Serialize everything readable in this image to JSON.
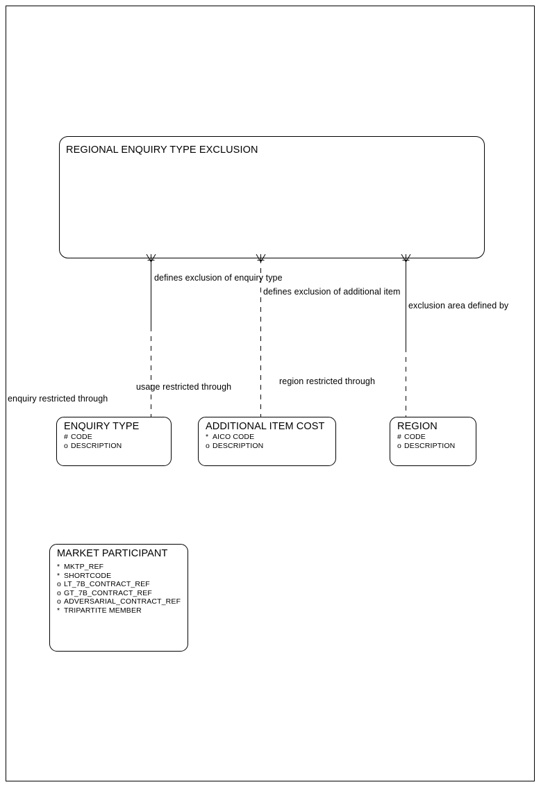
{
  "diagram": {
    "title": "REGIONAL ENQUIRY TYPE EXCLUSION",
    "type": "entity-relationship-diagram",
    "notation": "Oracle Barker / crow's foot",
    "colors": {
      "stroke": "#000000",
      "background": "#ffffff",
      "text": "#000000"
    }
  },
  "entities": {
    "regional_enquiry_type_exclusion": {
      "name": "REGIONAL ENQUIRY TYPE EXCLUSION",
      "attributes": []
    },
    "enquiry_type": {
      "name": "ENQUIRY TYPE",
      "attributes": [
        {
          "mark": "#",
          "label": "CODE"
        },
        {
          "mark": "o",
          "label": "DESCRIPTION"
        }
      ]
    },
    "additional_item_cost": {
      "name": "ADDITIONAL ITEM COST",
      "attributes": [
        {
          "mark": "*",
          "label": "AICO CODE"
        },
        {
          "mark": "o",
          "label": "DESCRIPTION"
        }
      ]
    },
    "region": {
      "name": "REGION",
      "attributes": [
        {
          "mark": "#",
          "label": "CODE"
        },
        {
          "mark": "o",
          "label": "DESCRIPTION"
        }
      ]
    },
    "market_participant": {
      "name": "MARKET PARTICIPANT",
      "attributes": [
        {
          "mark": "*",
          "label": "MKTP_REF"
        },
        {
          "mark": "*",
          "label": "SHORTCODE"
        },
        {
          "mark": "o",
          "label": "LT_7B_CONTRACT_REF"
        },
        {
          "mark": "o",
          "label": "GT_7B_CONTRACT_REF"
        },
        {
          "mark": "o",
          "label": "ADVERSARIAL_CONTRACT_REF"
        },
        {
          "mark": "*",
          "label": "TRIPARTITE MEMBER"
        }
      ]
    }
  },
  "relationships": [
    {
      "id": "enquiry-type-exclusion",
      "from_entity": "regional_enquiry_type_exclusion",
      "to_entity": "enquiry_type",
      "label_from": "defines exclusion of enquiry type",
      "label_to": "enquiry restricted through",
      "parent_end_marker": "crows-foot",
      "line_style": "solid-then-dashed"
    },
    {
      "id": "additional-item-exclusion",
      "from_entity": "regional_enquiry_type_exclusion",
      "to_entity": "additional_item_cost",
      "label_from": "defines exclusion of additional item",
      "label_to": "usage restricted through",
      "parent_end_marker": "crows-foot",
      "line_style": "dashed"
    },
    {
      "id": "region-exclusion",
      "from_entity": "regional_enquiry_type_exclusion",
      "to_entity": "region",
      "label_from": "exclusion area defined by",
      "label_to": "region restricted through",
      "parent_end_marker": "crows-foot",
      "line_style": "solid-then-dashed"
    }
  ],
  "labels": {
    "defines_exclusion_of_enquiry_type": "defines exclusion of enquiry type",
    "defines_exclusion_of_additional_item": "defines exclusion of additional item",
    "exclusion_area_defined_by": "exclusion area defined by",
    "enquiry_restricted_through": "enquiry restricted through",
    "usage_restricted_through": "usage restricted through",
    "region_restricted_through": "region restricted through"
  }
}
